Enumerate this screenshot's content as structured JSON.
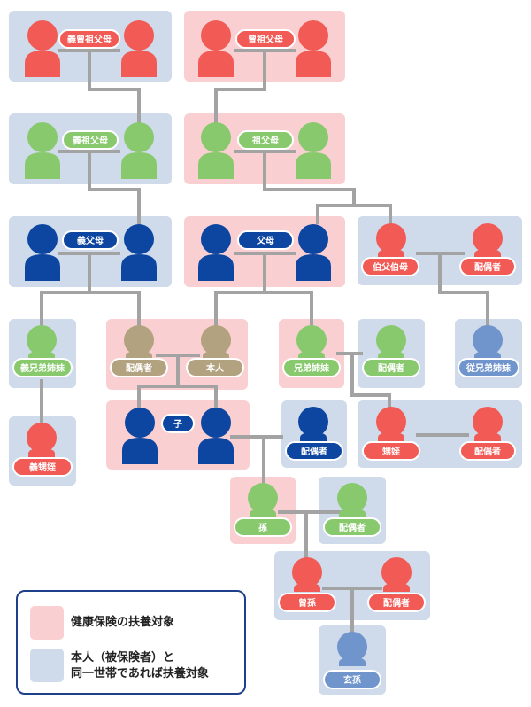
{
  "colors": {
    "red": "#f25a55",
    "green": "#89c96e",
    "navy": "#0d46a0",
    "tan": "#b3a27f",
    "steel": "#7094cc",
    "line": "#a3a3a3",
    "pink_bg": "#f9cfd1",
    "blue_bg": "#cfdaea"
  },
  "labels": {
    "great_grand_in_law": "義曾祖父母",
    "great_grand": "曾祖父母",
    "grand_in_law": "義祖父母",
    "grand": "祖父母",
    "parents_in_law": "義父母",
    "parents": "父母",
    "uncle_aunt": "伯父伯母",
    "uncle_spouse": "配偶者",
    "sibling_in_law": "義兄弟姉妹",
    "spouse": "配偶者",
    "self": "本人",
    "siblings": "兄弟姉妹",
    "sibling_spouse": "配偶者",
    "cousin": "従兄弟姉妹",
    "niece_in_law": "義甥姪",
    "child": "子",
    "child_spouse": "配偶者",
    "nephew_niece": "甥姪",
    "nephew_spouse": "配偶者",
    "grandchild": "孫",
    "grandchild_spouse": "配偶者",
    "great_grandchild": "曾孫",
    "great_grandchild_spouse": "配偶者",
    "great_great_grandchild": "玄孫"
  },
  "legend": {
    "pink_text": "健康保険の扶養対象",
    "blue_line1": "本人（被保険者）と",
    "blue_line2": "同一世帯であれば扶養対象"
  }
}
